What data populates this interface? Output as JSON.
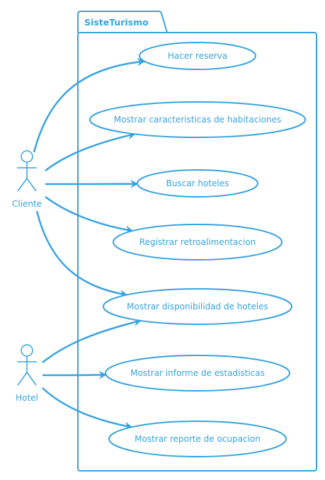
{
  "diagram": {
    "type": "use-case",
    "color": "#38a3e0",
    "background": "#ffffff",
    "system": {
      "name": "SisteTurismo"
    },
    "actors": [
      {
        "id": "cliente",
        "name": "Cliente"
      },
      {
        "id": "hotel",
        "name": "Hotel"
      }
    ],
    "use_cases": [
      {
        "id": "uc1",
        "label": "Hacer reserva"
      },
      {
        "id": "uc2",
        "label": "Mostrar caracteristicas de habitaciones"
      },
      {
        "id": "uc3",
        "label": "Buscar hoteles"
      },
      {
        "id": "uc4",
        "label": "Registrar retroalimentacion"
      },
      {
        "id": "uc5",
        "label": "Mostrar disponibilidad de hoteles"
      },
      {
        "id": "uc6",
        "label": "Mostrar informe de estadisticas"
      },
      {
        "id": "uc7",
        "label": "Mostrar reporte de ocupacion"
      }
    ],
    "associations": [
      {
        "from": "cliente",
        "to": "uc1"
      },
      {
        "from": "cliente",
        "to": "uc2"
      },
      {
        "from": "cliente",
        "to": "uc3"
      },
      {
        "from": "cliente",
        "to": "uc4"
      },
      {
        "from": "cliente",
        "to": "uc5"
      },
      {
        "from": "hotel",
        "to": "uc5"
      },
      {
        "from": "hotel",
        "to": "uc6"
      },
      {
        "from": "hotel",
        "to": "uc7"
      }
    ]
  }
}
